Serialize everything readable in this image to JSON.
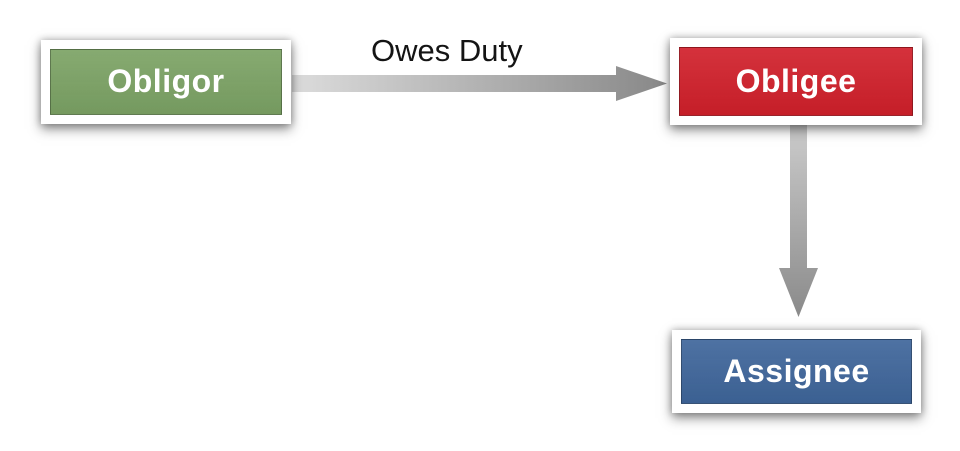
{
  "diagram": {
    "background_color": "#ffffff",
    "nodes": [
      {
        "id": "obligor",
        "label": "Obligor",
        "fill_color": "#7ca365",
        "text_color": "#ffffff"
      },
      {
        "id": "obligee",
        "label": "Obligee",
        "fill_color": "#d1202b",
        "text_color": "#ffffff"
      },
      {
        "id": "assignee",
        "label": "Assignee",
        "fill_color": "#3f669b",
        "text_color": "#ffffff"
      }
    ],
    "edges": [
      {
        "from": "Obligor",
        "to": "Obligee",
        "label": "Owes Duty",
        "direction": "right"
      },
      {
        "from": "Obligee",
        "to": "Assignee",
        "label": "",
        "direction": "down"
      }
    ],
    "arrow_colors": {
      "tail_light": "#dadada",
      "head_dark": "#8a8a8a"
    }
  }
}
